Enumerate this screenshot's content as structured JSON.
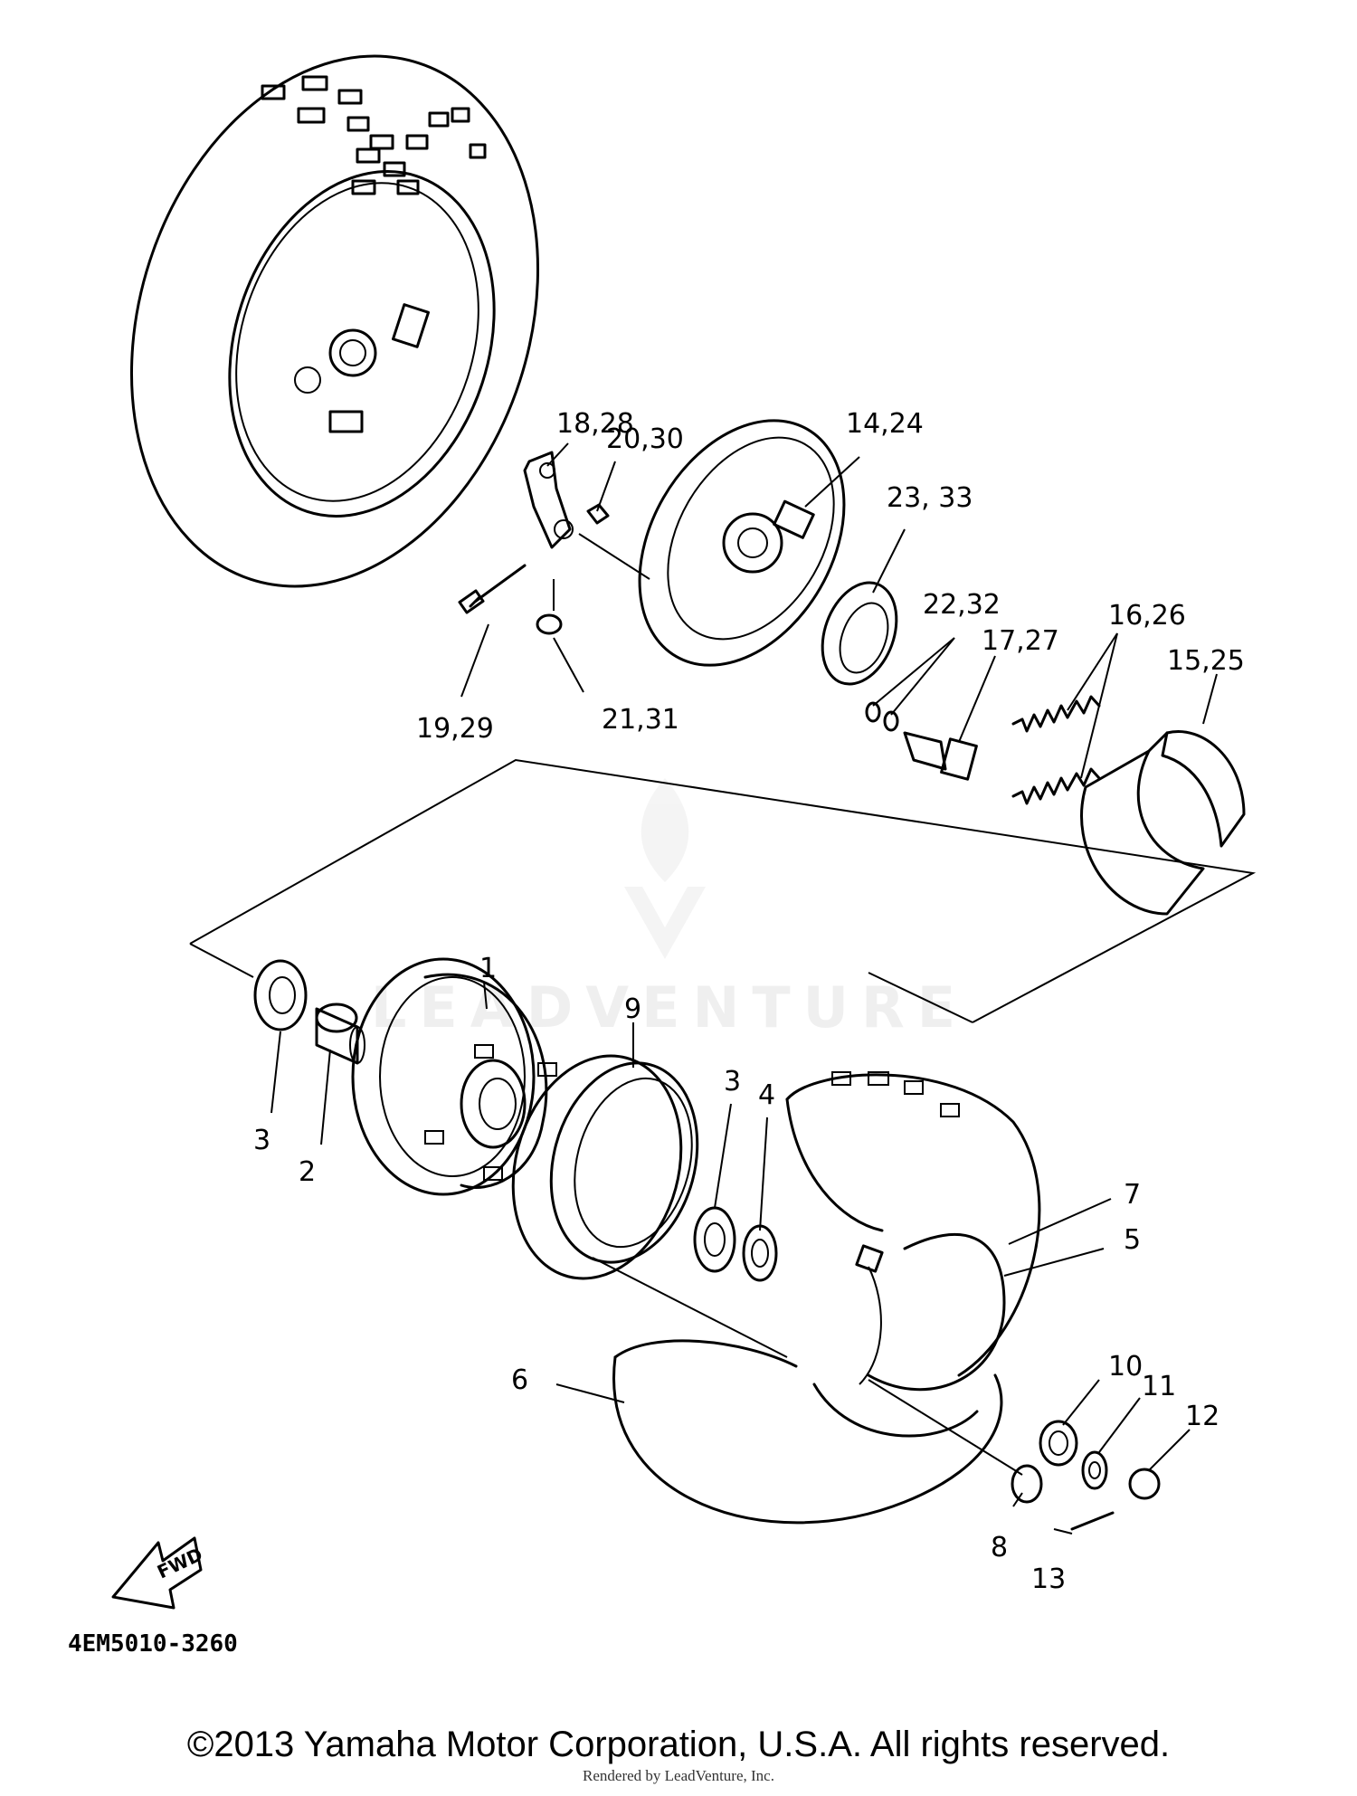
{
  "figure_code": "4EM5010-3260",
  "copyright": "©2013 Yamaha Motor Corporation, U.S.A. All rights reserved.",
  "rendered_by": "Rendered by LeadVenture, Inc.",
  "watermark": "LEADVENTURE",
  "fwd_label": "FWD",
  "callouts": {
    "c1": "1",
    "c2": "2",
    "c3a": "3",
    "c3b": "3",
    "c4": "4",
    "c5": "5",
    "c6": "6",
    "c7": "7",
    "c8": "8",
    "c9": "9",
    "c10": "10",
    "c11": "11",
    "c12": "12",
    "c13": "13",
    "c14_24": "14,24",
    "c15_25": "15,25",
    "c16_26": "16,26",
    "c17_27": "17,27",
    "c18_28": "18,28",
    "c19_29": "19,29",
    "c20_30": "20,30",
    "c21_31": "21,31",
    "c22_32": "22,32",
    "c23_33": "23, 33"
  }
}
